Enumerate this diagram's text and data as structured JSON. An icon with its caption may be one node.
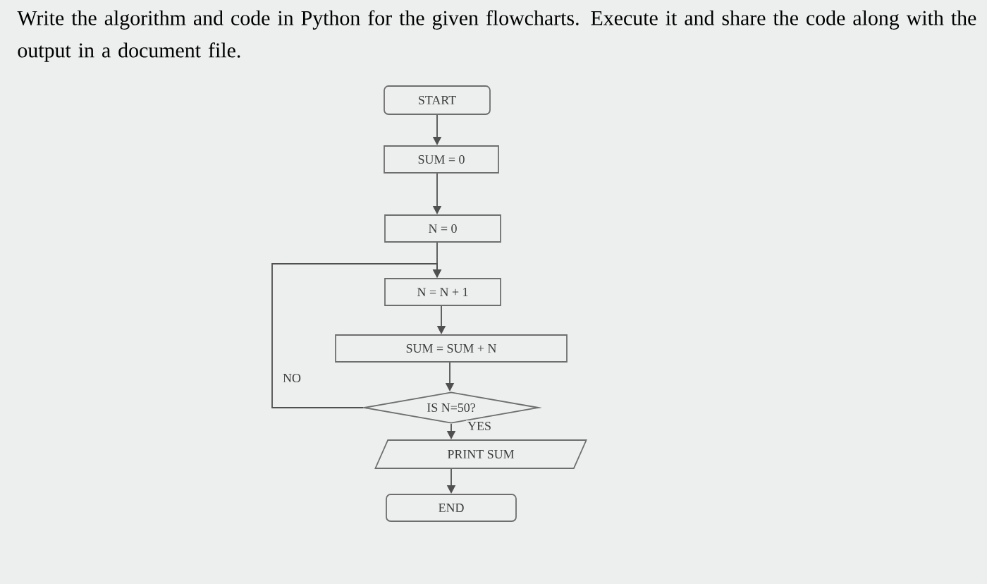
{
  "diagram": {
    "title": "Write the algorithm and code in Python for the given flowcharts. Execute it and share the code along with the output in a document file.",
    "nodes": [
      {
        "text": [
          "START"
        ]
      },
      {
        "text": [
          "SUM = 0"
        ]
      },
      {
        "text": [
          "N = 0"
        ]
      },
      {
        "text": [
          "N = N + 1"
        ]
      },
      {
        "text": [
          "SUM = SUM + N"
        ]
      },
      {
        "text": [
          "IS N=50?"
        ]
      },
      {
        "text": [
          "PRINT SUM"
        ]
      },
      {
        "text": [
          "END"
        ]
      }
    ],
    "edges": [
      {
        "from": 0,
        "to": 1,
        "arrow": "to"
      },
      {
        "from": 1,
        "to": 2,
        "arrow": "to"
      },
      {
        "from": 2,
        "to": 3,
        "arrow": "to"
      },
      {
        "from": 3,
        "to": 4,
        "arrow": "to"
      },
      {
        "from": 4,
        "to": 5,
        "arrow": "to"
      },
      {
        "from": 5,
        "to": 3,
        "arrow": "to",
        "label": "NO"
      },
      {
        "from": 5,
        "to": 6,
        "arrow": "to",
        "label": "YES"
      },
      {
        "from": 6,
        "to": 7,
        "arrow": "to"
      }
    ]
  }
}
